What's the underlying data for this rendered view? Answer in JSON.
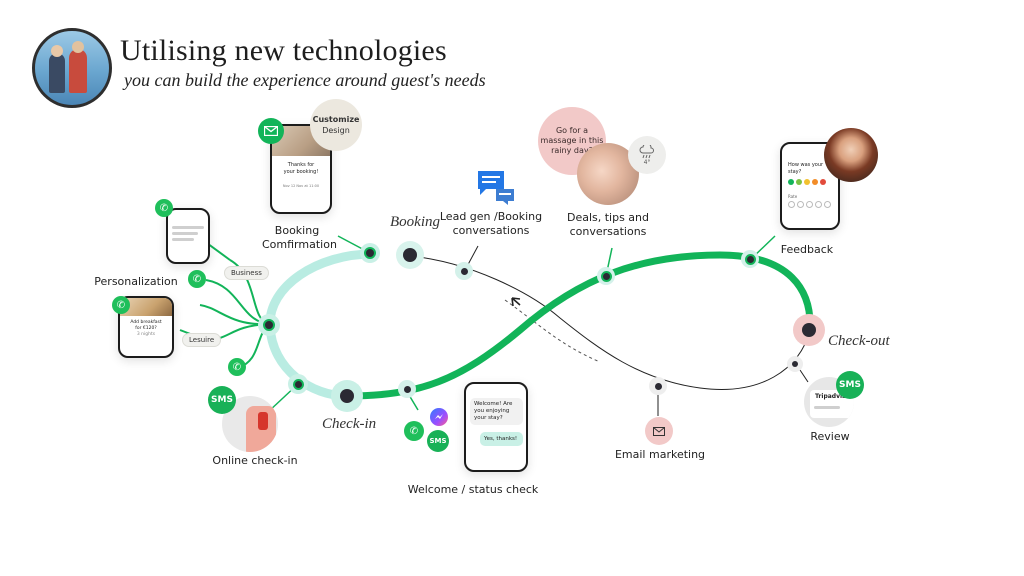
{
  "header": {
    "title": "Utilising new technologies",
    "subtitle": "you can build the experience around guest's needs"
  },
  "stages": {
    "booking": "Booking",
    "checkin": "Check-in",
    "checkout": "Check-out"
  },
  "touchpoints": {
    "personalization": "Personalization",
    "booking_confirmation": [
      "Booking",
      "Comfirmation"
    ],
    "lead_gen": [
      "Lead gen /Booking",
      "conversations"
    ],
    "deals": [
      "Deals, tips and",
      "conversations"
    ],
    "feedback": "Feedback",
    "review": "Review",
    "email_marketing": "Email marketing",
    "welcome": "Welcome / status check",
    "online_checkin": "Online check-in"
  },
  "branches": {
    "business": "Business",
    "leisure": "Lesuire"
  },
  "bubbles": {
    "customize": [
      "Customize",
      "Design"
    ],
    "massage": [
      "Go for a",
      "massage in this",
      "rainy day?"
    ],
    "weather_temp": "4°"
  },
  "phones": {
    "booking_confirm_text": [
      "Thanks for",
      "your booking!"
    ],
    "booking_confirm_date": "Nov 12 Nov at 11:00",
    "welcome_msg": [
      "Welcome! Are",
      "you enjoying",
      "your stay?"
    ],
    "welcome_reply": "Yes, thanks!",
    "feedback_q": [
      "How was your",
      "stay?"
    ],
    "feedback_rate": "Rate",
    "leisure_offer": [
      "Add breakfast",
      "for €120?"
    ],
    "leisure_sub": "3 nights",
    "review_brand": "Tripadvisor"
  },
  "badges": {
    "sms": "SMS"
  },
  "colors": {
    "green": "#12b459",
    "mint": "#b9ece2",
    "dark": "#2b2a33",
    "pink": "#f2c9c8",
    "beige": "#efe9df"
  }
}
